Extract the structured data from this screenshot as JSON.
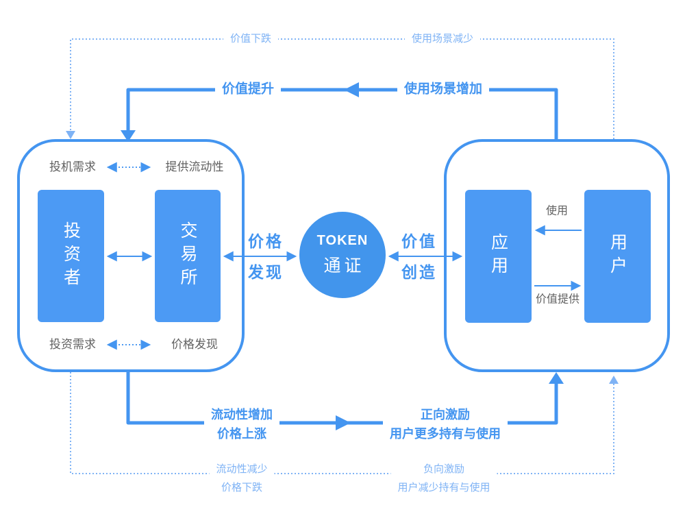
{
  "colors": {
    "accent_blue": "#4495F0",
    "light_blue": "#7FB3F5",
    "box_fill": "#4C9AF4",
    "circle_fill": "#4295EC",
    "gray_text": "#616161",
    "background": "#FFFFFF"
  },
  "outer_cycle": {
    "top_dotted": {
      "left": "价值下跌",
      "right": "使用场景减少"
    },
    "top_solid": {
      "left": "价值提升",
      "right": "使用场景增加"
    },
    "bottom_solid": {
      "left": [
        "流动性增加",
        "价格上涨"
      ],
      "right": [
        "正向激励",
        "用户更多持有与使用"
      ]
    },
    "bottom_dotted": {
      "left": [
        "流动性减少",
        "价格下跌"
      ],
      "right": [
        "负向激励",
        "用户减少持有与使用"
      ]
    }
  },
  "market_group": {
    "top_relation": {
      "left": "投机需求",
      "right": "提供流动性"
    },
    "bottom_relation": {
      "left": "投资需求",
      "right": "价格发现"
    },
    "investor_box": "投资者",
    "exchange_box": "交易所"
  },
  "token": {
    "line1": "TOKEN",
    "line2": "通证"
  },
  "links": {
    "price_discovery": [
      "价格",
      "发现"
    ],
    "value_creation": [
      "价值",
      "创造"
    ]
  },
  "app_group": {
    "app_box": "应用",
    "user_box": "用户",
    "use_label": "使用",
    "value_provide_label": "价值提供"
  }
}
